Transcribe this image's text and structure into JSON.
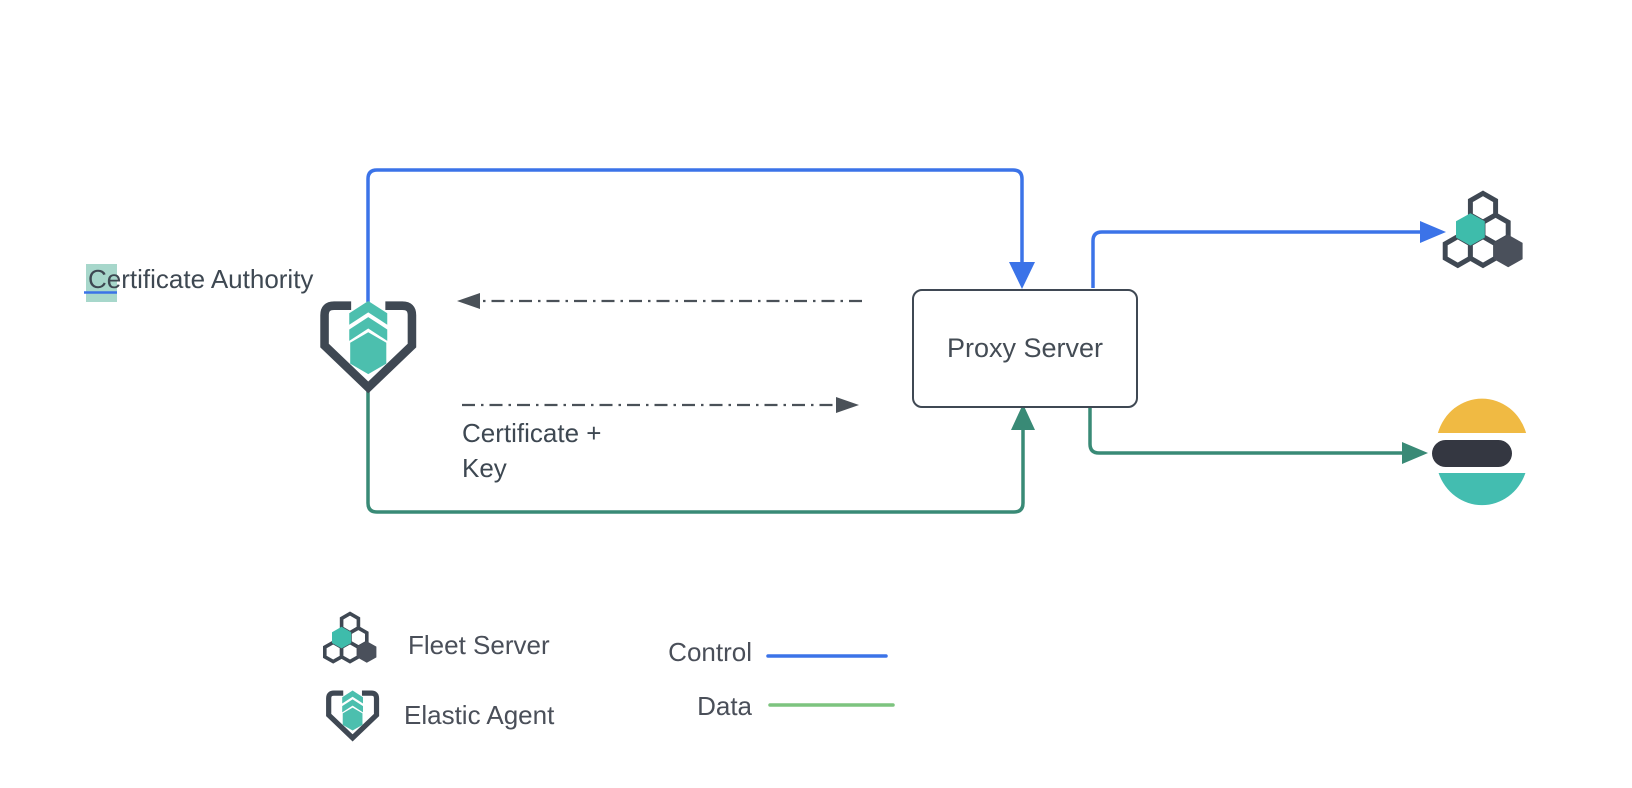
{
  "diagram": {
    "title_hint": "Elastic Agent / Fleet Server proxy architecture",
    "nodes": {
      "certificate_authority": {
        "label": "Certificate Authority",
        "icon": "elastic-agent-icon"
      },
      "proxy_server": {
        "label": "Proxy Server"
      },
      "fleet_server": {
        "icon": "fleet-server-icon"
      },
      "elasticsearch": {
        "icon": "elasticsearch-logo"
      }
    },
    "annotations": {
      "certificate_key": "Certificate +\nKey"
    },
    "legend": {
      "items": [
        {
          "icon": "fleet-server-icon",
          "label": "Fleet Server"
        },
        {
          "icon": "elastic-agent-icon",
          "label": "Elastic Agent"
        }
      ],
      "flows": [
        {
          "label": "Control",
          "color": "#3b73e8"
        },
        {
          "label": "Data",
          "color": "#7dc47f"
        }
      ]
    },
    "colors": {
      "control_line": "#3b73e8",
      "data_line": "#398a76",
      "data_legend_line": "#7dc47f",
      "dashed_arrow": "#4a5158",
      "outline_dark": "#3f4853",
      "teal": "#3ebcab",
      "agent_teal": "#4cbfae",
      "es_yellow": "#f0ba43",
      "es_dark": "#343741",
      "es_teal": "#43bdb0",
      "text": "#3e4852",
      "cursor_highlight": "#a7d7cb"
    }
  }
}
